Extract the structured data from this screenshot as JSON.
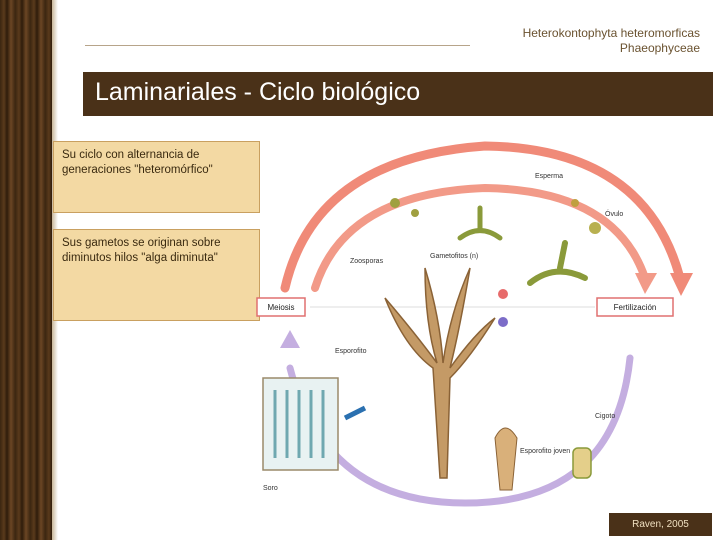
{
  "header": {
    "subject_line1": "Heterokontophyta heteromorficas",
    "subject_line2": "Phaeophyceae"
  },
  "slide": {
    "title": "Laminariales - Ciclo biológico"
  },
  "notes": {
    "first": "Su ciclo con alternancia de generaciones \"heteromórfico\"",
    "second": "Sus gametos se originan sobre diminutos hilos \"alga diminuta\""
  },
  "diagram": {
    "label_meiosis": "Meiosis",
    "label_fertilization": "Fertilización",
    "label_gametophytes": "Gametofitos (n)",
    "label_zoospores": "Zoosporas",
    "label_sporophyte": "Esporofito",
    "label_sorus": "Soro",
    "label_sperm": "Esperma",
    "label_egg": "Óvulo",
    "label_zygote": "Cigoto",
    "label_young_sporophyte": "Esporofito joven",
    "colors": {
      "haploid_arrow": "#f08a78",
      "diploid_arrow": "#b8a0d8",
      "box_border": "#e07070"
    }
  },
  "footer": {
    "credit": "Raven, 2005"
  }
}
